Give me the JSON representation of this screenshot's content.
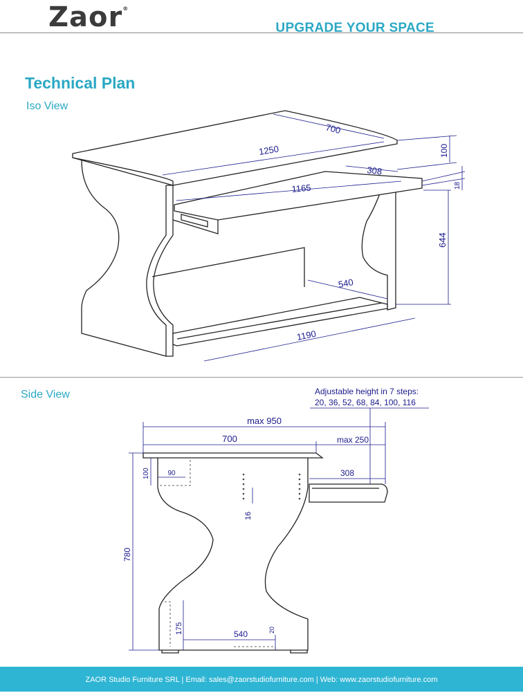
{
  "brand": {
    "logo": "Zaor",
    "trademark": "®",
    "tagline": "UPGRADE YOUR SPACE"
  },
  "heading": "Technical Plan",
  "iso": {
    "title": "Iso View",
    "dims": {
      "depth": "700",
      "width_top": "1250",
      "height_raise": "100",
      "shelf_depth": "308",
      "shelf_width": "1165",
      "shelf_thickness": "18",
      "height": "644",
      "base_depth": "540",
      "base_width": "1190"
    }
  },
  "side": {
    "title": "Side View",
    "note_line1": "Adjustable height in 7 steps:",
    "note_line2": "20, 36, 52, 68, 84, 100, 116",
    "dims": {
      "max_depth": "max 950",
      "depth": "700",
      "overhang": "max 250",
      "raise": "100",
      "inset": "90",
      "shelf_depth": "308",
      "step": "16",
      "height": "780",
      "foot": "175",
      "base": "540",
      "base_h": "20"
    }
  },
  "footer": "ZAOR Studio Furniture SRL  |  Email: sales@zaorstudiofurniture.com  |  Web: www.zaorstudiofurniture.com"
}
